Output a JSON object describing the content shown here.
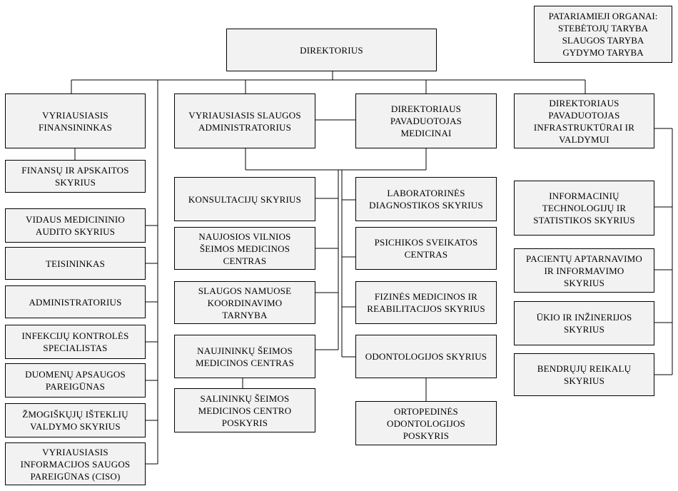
{
  "advisory": {
    "title": "PATARIAMIEJI ORGANAI:",
    "items": [
      "STEBĖTOJŲ TARYBA",
      "SLAUGOS TARYBA",
      "GYDYMO TARYBA"
    ]
  },
  "director": "DIREKTORIUS",
  "left_column": {
    "head": "VYRIAUSIASIS\nFINANSININKAS",
    "units": [
      "FINANSŲ IR APSKAITOS\nSKYRIUS",
      "VIDAUS MEDICININIO\nAUDITO SKYRIUS",
      "TEISININKAS",
      "ADMINISTRATORIUS",
      "INFEKCIJŲ KONTROLĖS\nSPECIALISTAS",
      "DUOMENŲ APSAUGOS\nPAREIGŪNAS",
      "ŽMOGIŠKŲJŲ IŠTEKLIŲ\nVALDYMO SKYRIUS",
      "VYRIAUSIASIS\nINFORMACIJOS SAUGOS\nPAREIGŪNAS (CISO)"
    ]
  },
  "center": {
    "nursing_head": "VYRIAUSIASIS SLAUGOS\nADMINISTRATORIUS",
    "medical_head": "DIREKTORIAUS\nPAVADUOTOJAS\nMEDICINAI",
    "left_units": [
      "KONSULTACIJŲ SKYRIUS",
      "NAUJOSIOS VILNIOS\nŠEIMOS MEDICINOS\nCENTRAS",
      "SLAUGOS NAMUOSE\nKOORDINAVIMO\nTARNYBA",
      "NAUJININKŲ ŠEIMOS\nMEDICINOS CENTRAS",
      "SALININKŲ ŠEIMOS\nMEDICINOS CENTRO\nPOSKYRIS"
    ],
    "right_units": [
      "LABORATORINĖS\nDIAGNOSTIKOS SKYRIUS",
      "PSICHIKOS SVEIKATOS\nCENTRAS",
      "FIZINĖS MEDICINOS IR\nREABILITACIJOS SKYRIUS",
      "ODONTOLOGIJOS SKYRIUS",
      "ORTOPEDINĖS\nODONTOLOGIJOS\nPOSKYRIS"
    ]
  },
  "right_column": {
    "head": "DIREKTORIAUS\nPAVADUOTOJAS\nINFRASTRUKTŪRAI IR\nVALDYMUI",
    "units": [
      "INFORMACINIŲ\nTECHNOLOGIJŲ IR\nSTATISTIKOS SKYRIUS",
      "PACIENTŲ APTARNAVIMO\nIR INFORMAVIMO\nSKYRIUS",
      "ŪKIO IR INŽINERIJOS\nSKYRIUS",
      "BENDRŲJŲ REIKALŲ\nSKYRIUS"
    ]
  }
}
